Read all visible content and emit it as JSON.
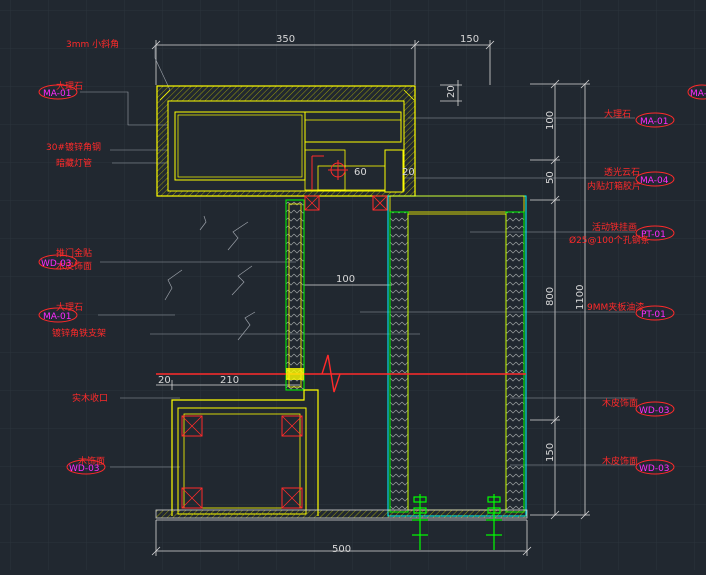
{
  "colors": {
    "background": "#212830",
    "grid": "#2c343c",
    "dimension": "#d8d8d8",
    "annotation": "#ff2a2a",
    "tag": "#ff2aff",
    "outline": "#ffff00",
    "panel": "#00ffff",
    "trim": "#00ff00"
  },
  "dimensions": {
    "top_left": "350",
    "top_right": "150",
    "vert_top": "20",
    "vert_100": "100",
    "vert_50": "50",
    "vert_800": "800",
    "vert_1100": "1100",
    "vert_150": "150",
    "inner_60": "60",
    "inner_20": "20",
    "mid_100": "100",
    "left_20": "20",
    "left_210": "210",
    "bottom": "500"
  },
  "left_notes": [
    "3mm 小斜角",
    "大理石",
    "30#镀锌角钢",
    "暗藏灯管",
    "推门金贴",
    "木皮饰面",
    "大理石",
    "镀锌角铁支架",
    "实木收口",
    "木饰面"
  ],
  "left_tags": [
    "MA-01",
    "WD-03",
    "MA-01",
    "WD-03"
  ],
  "right_notes": [
    "大理石",
    "透光云石",
    "内贴灯箱胶片",
    "活动铁挂画",
    "Ø25@100个孔钢条",
    "9MM夹板油漆",
    "木皮饰面",
    "木皮饰面"
  ],
  "right_tags": [
    "MA-01",
    "MA-04",
    "PT-01",
    "PT-01",
    "WD-03",
    "WD-03"
  ],
  "edge_tag": "MA-"
}
